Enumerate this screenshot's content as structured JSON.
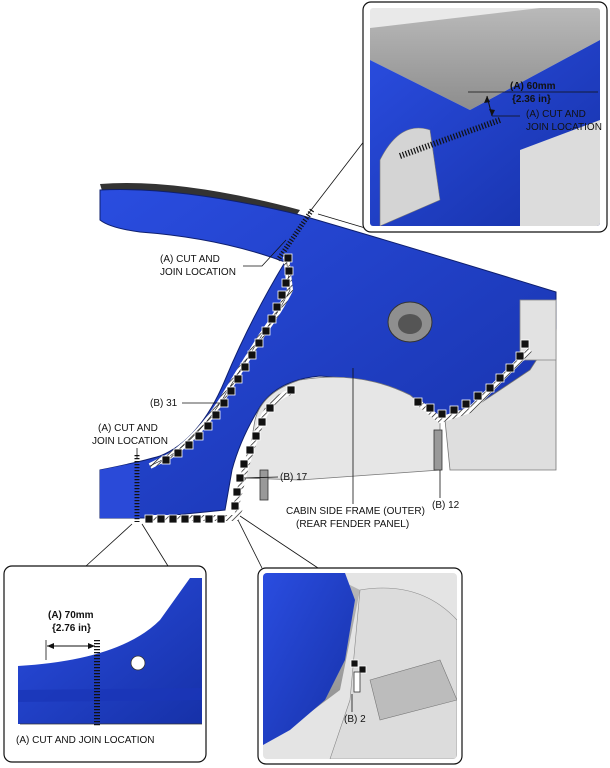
{
  "labels": {
    "cut_join_main_1": "(A) CUT AND",
    "cut_join_main_2": "JOIN LOCATION",
    "cut_join_left_1": "(A) CUT AND",
    "cut_join_left_2": "JOIN LOCATION",
    "b31": "(B) 31",
    "b17": "(B) 17",
    "b12": "(B) 12",
    "cabin_frame_1": "CABIN SIDE FRAME (OUTER)",
    "cabin_frame_2": "(REAR FENDER PANEL)"
  },
  "inset_top": {
    "dim_1": "(A) 60mm",
    "dim_2": "{2.36 in}",
    "cut_1": "(A) CUT AND",
    "cut_2": "JOIN LOCATION"
  },
  "inset_bottom_left": {
    "dim_1": "(A) 70mm",
    "dim_2": "{2.76 in}",
    "cut": "(A) CUT AND JOIN LOCATION"
  },
  "inset_bottom_right": {
    "b2": "(B) 2"
  },
  "colors": {
    "panel_blue": "#1f3fd0",
    "panel_blue_dark": "#16309f",
    "metal_grey": "#d9d9d9",
    "outline": "#111111"
  }
}
